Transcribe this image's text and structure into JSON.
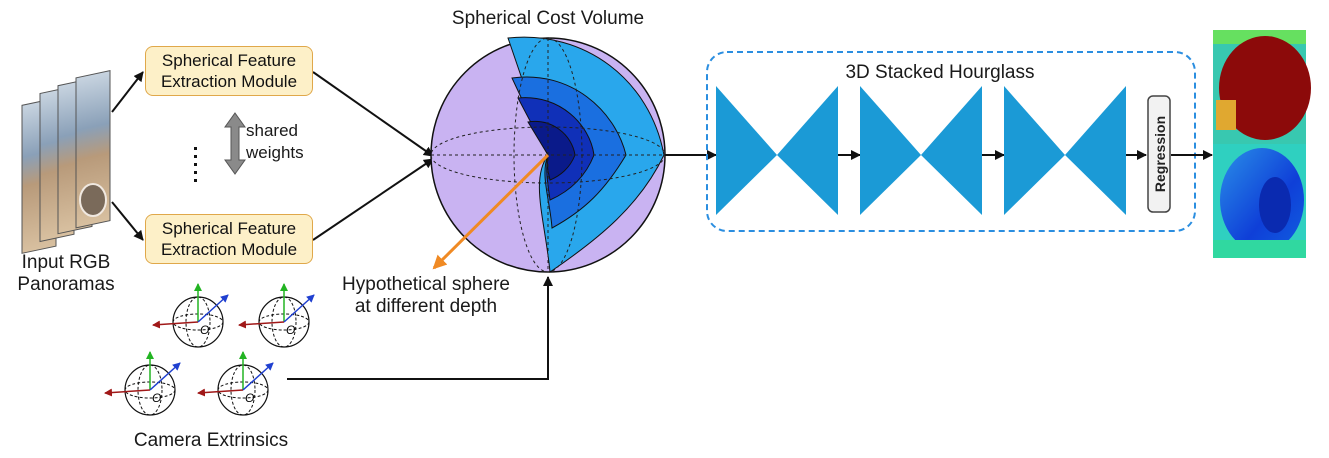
{
  "title": "Spherical Cost Volume",
  "inputs": {
    "line1": "Input RGB",
    "line2": "Panoramas"
  },
  "modules": [
    {
      "line1": "Spherical Feature",
      "line2": "Extraction Module"
    },
    {
      "line1": "Spherical Feature",
      "line2": "Extraction Module"
    }
  ],
  "shared": {
    "line1": "shared",
    "line2": "weights"
  },
  "camera": {
    "label": "Camera Extrinsics",
    "origin_label": "O"
  },
  "hypothesis": {
    "line1": "Hypothetical sphere",
    "line2": "at different depth"
  },
  "hourglass": {
    "label": "3D Stacked Hourglass",
    "regression": "Regression"
  },
  "colors": {
    "module_fill": "#fdf0c8",
    "module_border": "#e0a84a",
    "sphere_outer": "#c9b3f2",
    "depth_levels": [
      "#29a7ec",
      "#1a6fe0",
      "#1030b8",
      "#0a1a8a"
    ],
    "hourglass": "#1b9ad6",
    "dashed_box": "#2b8ee0",
    "radius_arrow": "#f08a24",
    "axis_green": "#22b422",
    "axis_blue": "#2040d0",
    "axis_red": "#a01818"
  }
}
